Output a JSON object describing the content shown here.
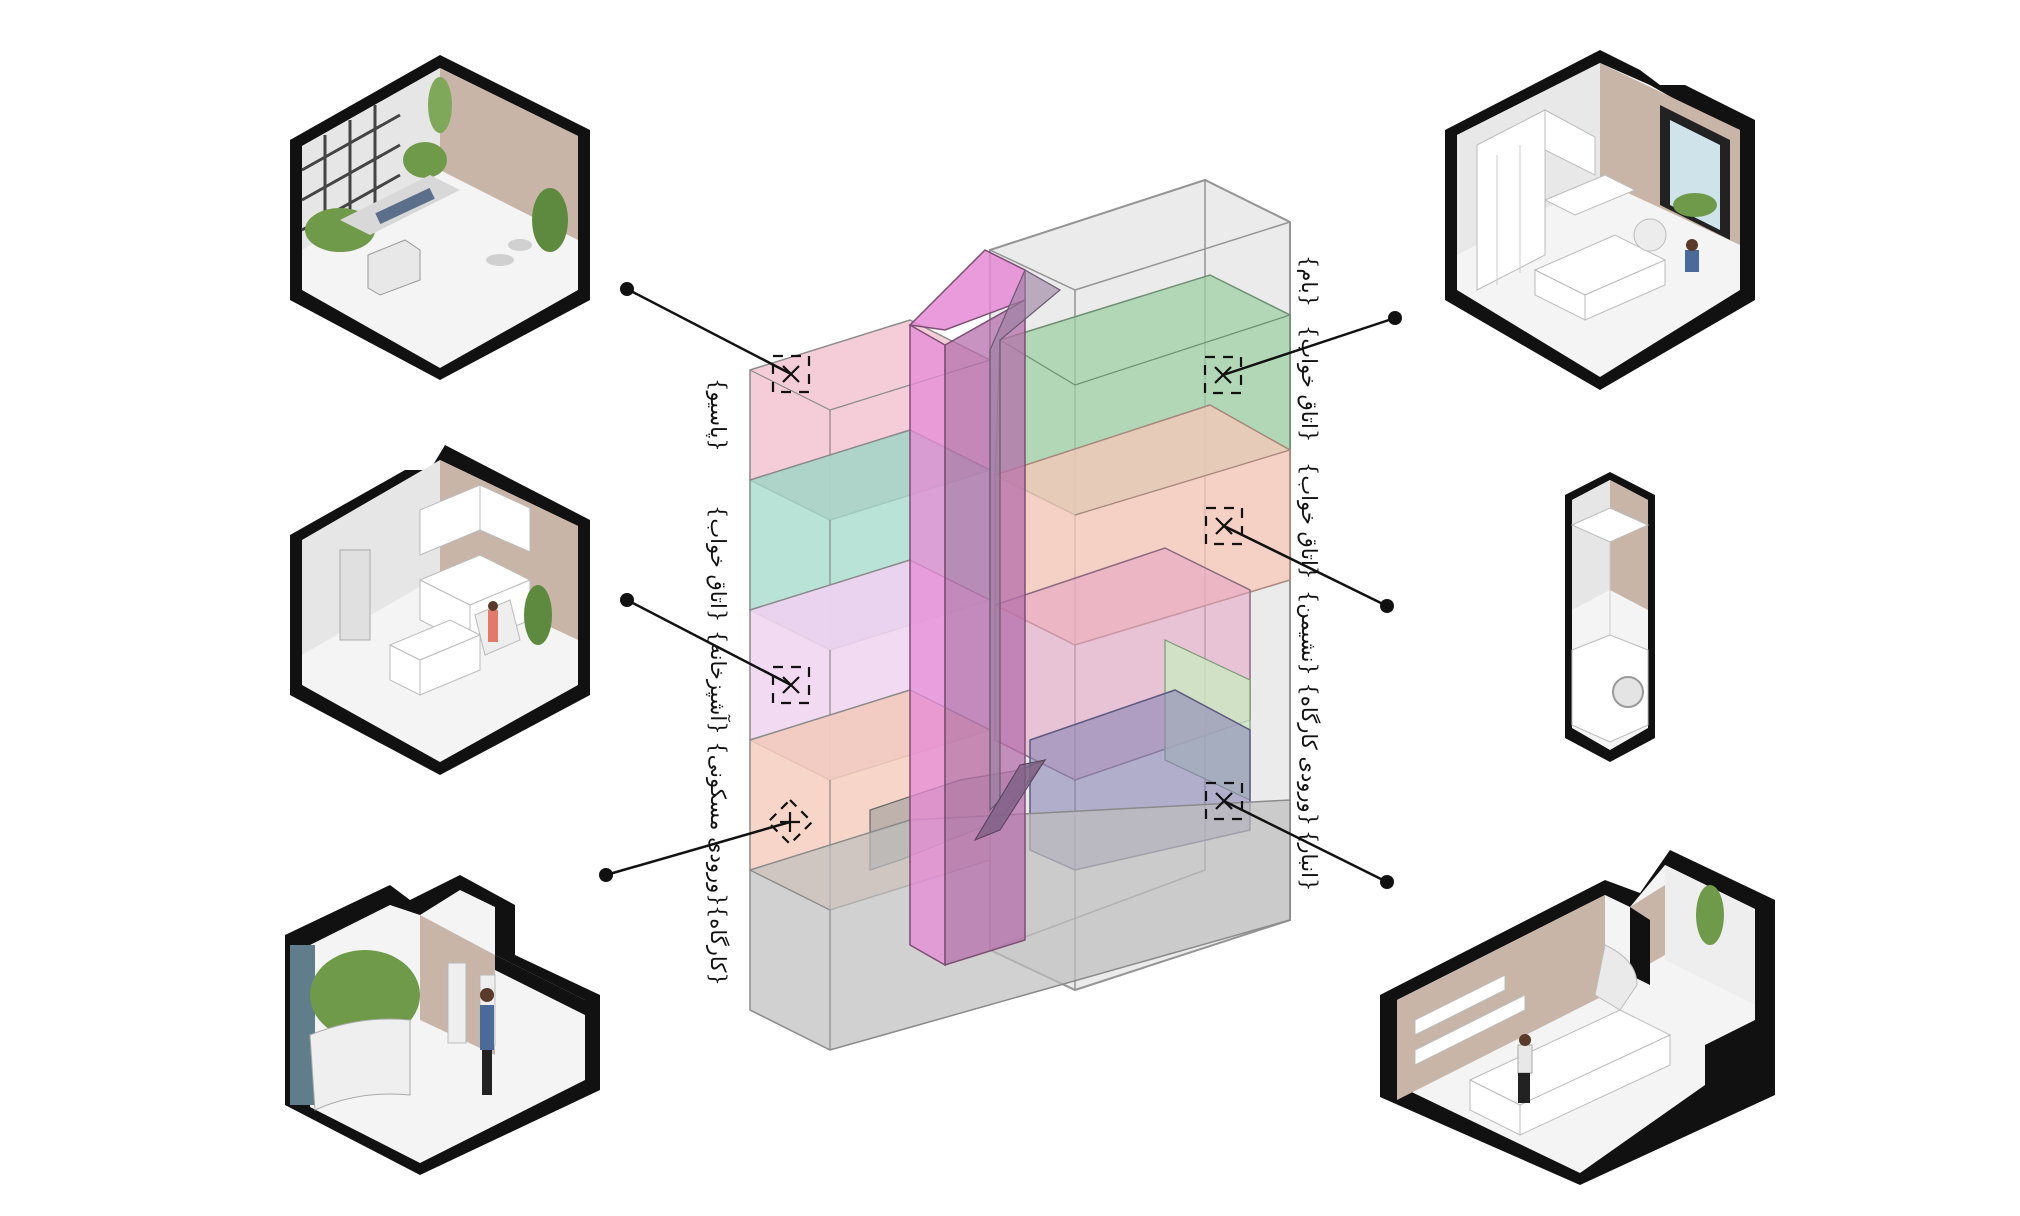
{
  "diagram": {
    "left_labels": [
      "{پاسیو}",
      "{اتاق خواب}",
      "{آشپزخانه} {ورودی مسکونی}",
      "{کارگاه}"
    ],
    "right_labels": [
      "{بام}",
      "{اتاق خواب}",
      "{اتاق خواب}",
      "{نشیمن} {ورودی کارگاه}",
      "{انبار}"
    ],
    "room_views": [
      {
        "name": "patio-room",
        "icon": "patio-room-icon"
      },
      {
        "name": "kitchen-room",
        "icon": "kitchen-room-icon"
      },
      {
        "name": "entrance-room",
        "icon": "entrance-room-icon"
      },
      {
        "name": "bedroom-room",
        "icon": "bedroom-room-icon"
      },
      {
        "name": "laundry-closet",
        "icon": "laundry-closet-icon"
      },
      {
        "name": "workshop-room",
        "icon": "workshop-room-icon"
      }
    ],
    "colors": {
      "outline": "#8a8a8a",
      "pink": "#f2c4d2",
      "teal": "#a9dccd",
      "lavender": "#f1d6f2",
      "peach": "#f6cfc0",
      "gray": "#bdbdbd",
      "green": "#9dd0a6",
      "salmon": "#f7c7b8",
      "magenta": "#e58ad6",
      "navy": "#8a86b6",
      "wall": "#000000",
      "brick": "#c9b5a8"
    }
  }
}
